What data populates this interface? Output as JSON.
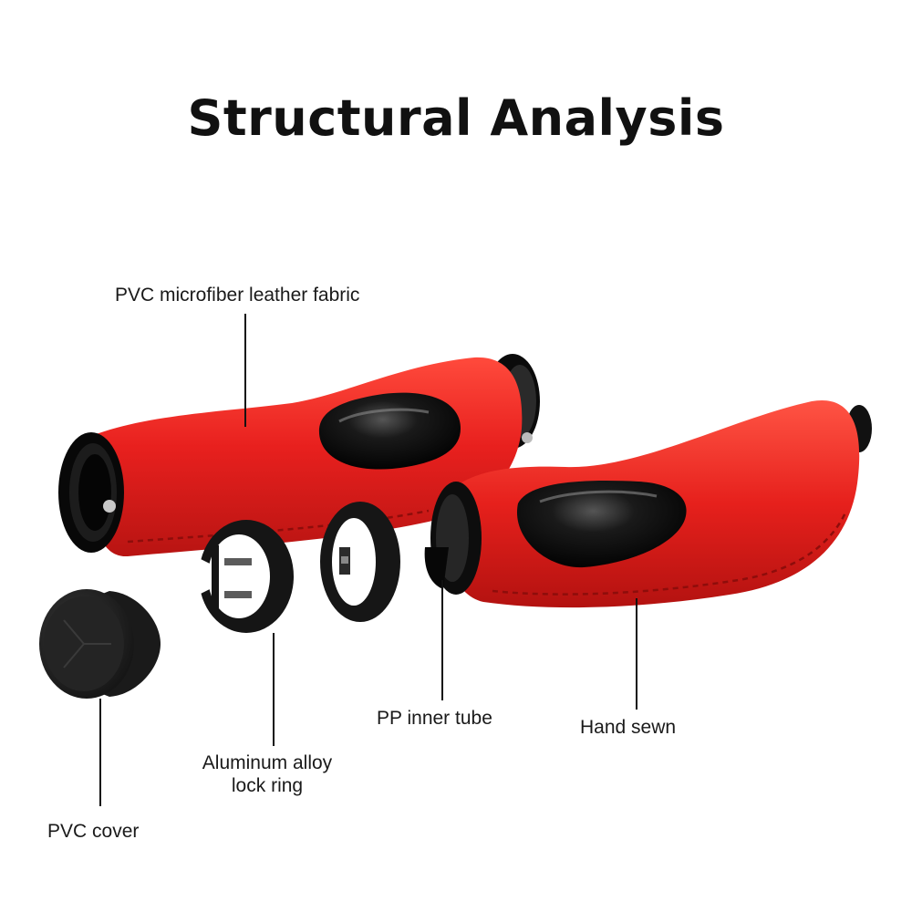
{
  "title": "Structural Analysis",
  "labels": {
    "leather": "PVC microfiber leather fabric",
    "inner_tube": "PP inner tube",
    "hand_sewn": "Hand sewn",
    "lock_ring_line1": "Aluminum alloy",
    "lock_ring_line2": "lock ring",
    "cover": "PVC cover"
  },
  "colors": {
    "grip_red": "#e8201e",
    "grip_dark_red": "#b81412",
    "insert_black": "#0c0c0c",
    "leader_line": "#111111",
    "text": "#1a1a1a"
  }
}
